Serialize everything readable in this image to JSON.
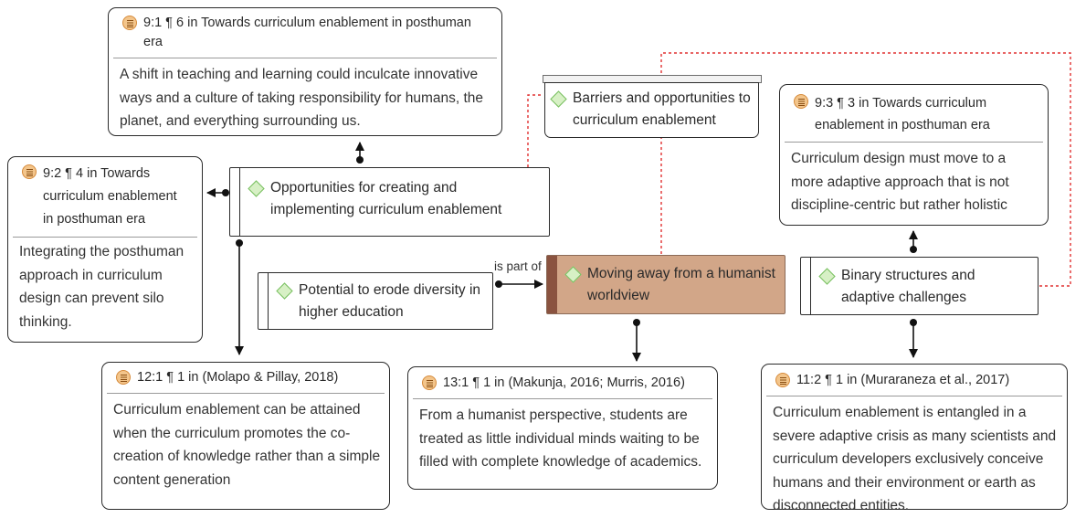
{
  "quotes": {
    "q91": {
      "header": "9:1 ¶ 6 in Towards curriculum enablement in posthuman era",
      "body": "A shift in teaching and learning could inculcate innovative ways and a culture of taking responsibility for humans, the planet, and everything surrounding us."
    },
    "q92": {
      "header": "9:2 ¶ 4 in Towards curriculum enablement in posthuman era",
      "body": "Integrating the posthuman approach in curriculum design can prevent silo thinking."
    },
    "q93": {
      "header": "9:3 ¶ 3 in Towards curriculum enablement in posthuman era",
      "body": "Curriculum design must move to a more adaptive approach that is not discipline-centric but rather holistic"
    },
    "q121": {
      "header": "12:1 ¶ 1 in (Molapo & Pillay, 2018)",
      "body": "Curriculum enablement can be attained when the curriculum promotes the co-creation of knowledge rather than a simple content generation"
    },
    "q131": {
      "header": "13:1 ¶ 1 in (Makunja, 2016; Murris, 2016)",
      "body": "From a humanist perspective, students are treated as little individual minds waiting to be filled with complete knowledge of academics."
    },
    "q112": {
      "header": "11:2 ¶ 1 in (Muraraneza et al., 2017)",
      "body": "Curriculum enablement is entangled in a severe adaptive crisis as many scientists and curriculum developers exclusively conceive humans and their environment or earth as disconnected entities."
    }
  },
  "codes": {
    "barriers": "Barriers and opportunities to curriculum enablement",
    "opportunities": "Opportunities for creating and implementing curriculum enablement",
    "potential": "Potential to erode diversity in higher education",
    "moving": "Moving away from a humanist worldview",
    "binary": "Binary structures and adaptive challenges"
  },
  "relation_label": "is part of",
  "colors": {
    "focus_fill": "#d2a688",
    "focus_bar": "#8a5340",
    "link_dotted": "#e03030",
    "code_icon": "#d7f0c5",
    "quote_icon": "#f3c58b"
  }
}
